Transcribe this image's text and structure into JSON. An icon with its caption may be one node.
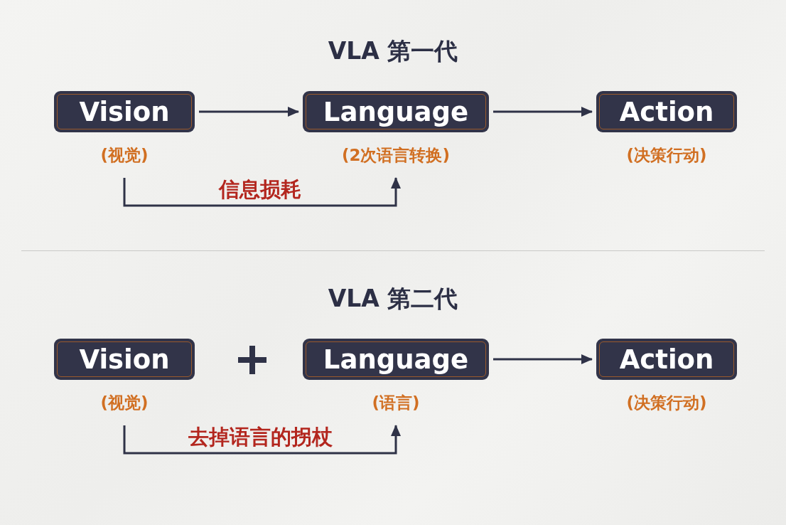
{
  "diagram": {
    "nodes": [
      {
        "text": [
          "Vision"
        ],
        "beside": [
          "(视觉)"
        ]
      },
      {
        "text": [
          "Language"
        ],
        "beside": [
          "(2次语言转换)"
        ]
      },
      {
        "text": [
          "Action"
        ],
        "beside": [
          "(决策行动)"
        ]
      },
      {
        "text": [
          "Vision"
        ],
        "beside": [
          "(视觉)"
        ]
      },
      {
        "text": [
          "Language"
        ],
        "beside": [
          "(语言)"
        ]
      },
      {
        "text": [
          "Action"
        ],
        "beside": [
          "(决策行动)"
        ]
      }
    ],
    "edges": [
      {
        "from": 0,
        "to": 1,
        "arrow": "to"
      },
      {
        "from": 1,
        "to": 2,
        "arrow": "to"
      },
      {
        "from": 0,
        "to": 1,
        "arrow": "to",
        "label": "信息损耗"
      },
      {
        "from": 4,
        "to": 5,
        "arrow": "to"
      },
      {
        "from": 3,
        "to": 4,
        "arrow": "to",
        "label": "去掉语言的拐杖"
      }
    ],
    "labels": [
      "VLA 第一代",
      "VLA 第二代"
    ]
  }
}
